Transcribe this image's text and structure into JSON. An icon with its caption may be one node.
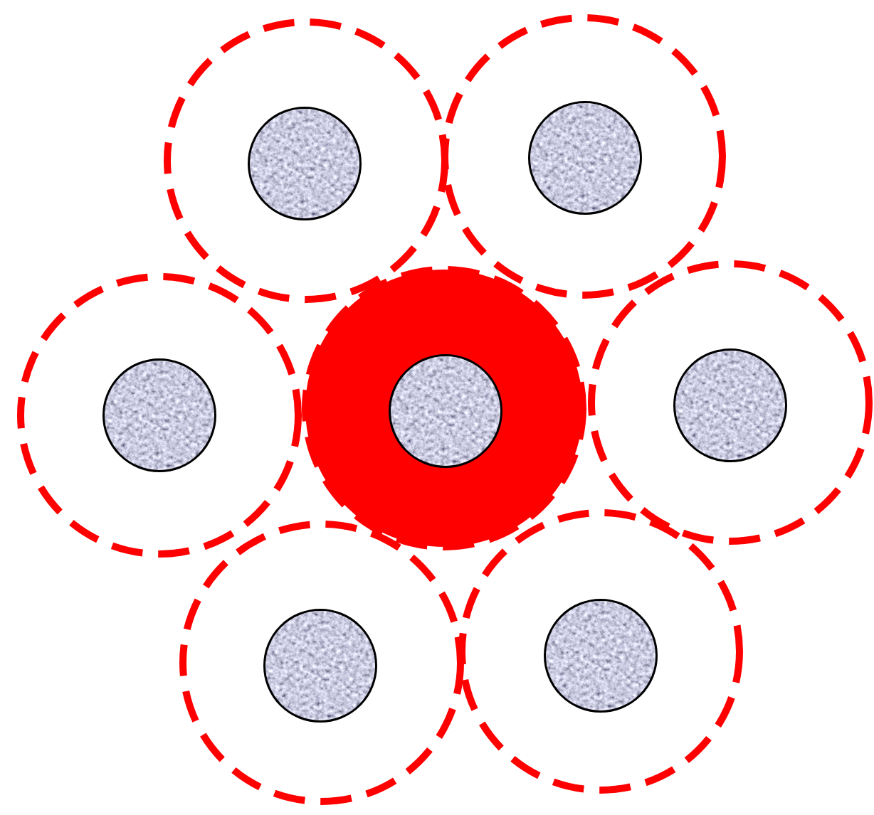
{
  "diagram": {
    "nodes": [
      {
        "text": [],
        "shape": "circle"
      },
      {
        "text": [],
        "shape": "circle",
        "in": 0
      },
      {
        "text": [],
        "shape": "circle"
      },
      {
        "text": [],
        "shape": "circle",
        "in": 2
      },
      {
        "text": [],
        "shape": "circle"
      },
      {
        "text": [],
        "shape": "circle",
        "in": 4
      },
      {
        "text": [],
        "shape": "circle"
      },
      {
        "text": [],
        "shape": "circle",
        "in": 6
      },
      {
        "text": [],
        "shape": "circle"
      },
      {
        "text": [],
        "shape": "circle",
        "in": 8
      },
      {
        "text": [],
        "shape": "circle"
      },
      {
        "text": [],
        "shape": "circle",
        "in": 10
      },
      {
        "text": [],
        "shape": "circle"
      },
      {
        "text": [],
        "shape": "circle",
        "in": 12
      }
    ]
  }
}
